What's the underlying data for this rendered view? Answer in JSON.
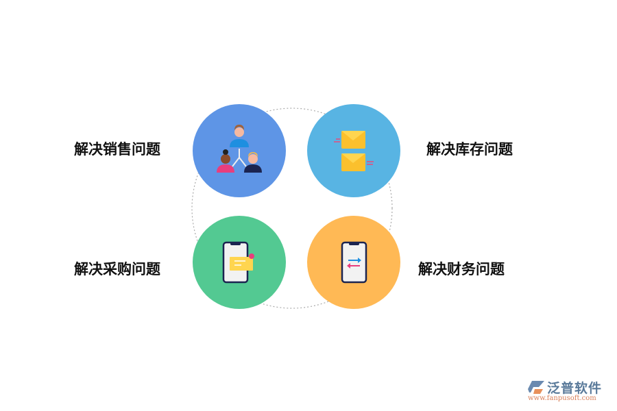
{
  "items": [
    {
      "label": "解决销售问题",
      "color": "#5e95e6",
      "icon": "people-hierarchy-icon"
    },
    {
      "label": "解决库存问题",
      "color": "#58b4e3",
      "icon": "envelopes-icon"
    },
    {
      "label": "解决采购问题",
      "color": "#53c992",
      "icon": "phone-message-icon"
    },
    {
      "label": "解决财务问题",
      "color": "#ffb955",
      "icon": "phone-transfer-icon"
    }
  ],
  "logo": {
    "name": "泛普软件",
    "url": "www.fanpusoft.com"
  }
}
